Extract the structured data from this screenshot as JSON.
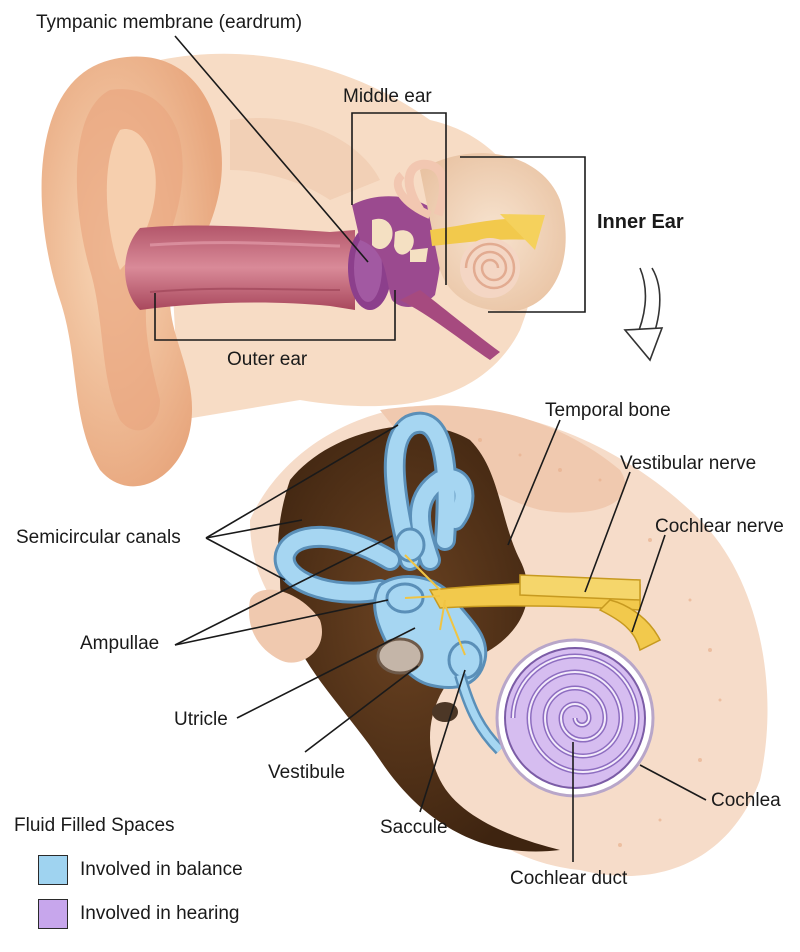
{
  "labels": {
    "tympanic": "Tympanic membrane (eardrum)",
    "middle_ear": "Middle ear",
    "inner_ear": "Inner Ear",
    "outer_ear": "Outer ear",
    "temporal_bone": "Temporal bone",
    "vestibular_nerve": "Vestibular nerve",
    "cochlear_nerve": "Cochlear nerve",
    "semicircular": "Semicircular canals",
    "ampullae": "Ampullae",
    "utricle": "Utricle",
    "vestibule": "Vestibule",
    "saccule": "Saccule",
    "cochlear_duct": "Cochlear duct",
    "cochlea": "Cochlea"
  },
  "legend": {
    "title": "Fluid Filled Spaces",
    "balance": "Involved in balance",
    "hearing": "Involved in hearing"
  },
  "colors": {
    "balance": "#9fd3f0",
    "hearing": "#c7a6ec",
    "skin": "#f3c7a1",
    "canal": "#c86a7c",
    "bone": "#f4dcc6",
    "nerve": "#f2c94c"
  }
}
